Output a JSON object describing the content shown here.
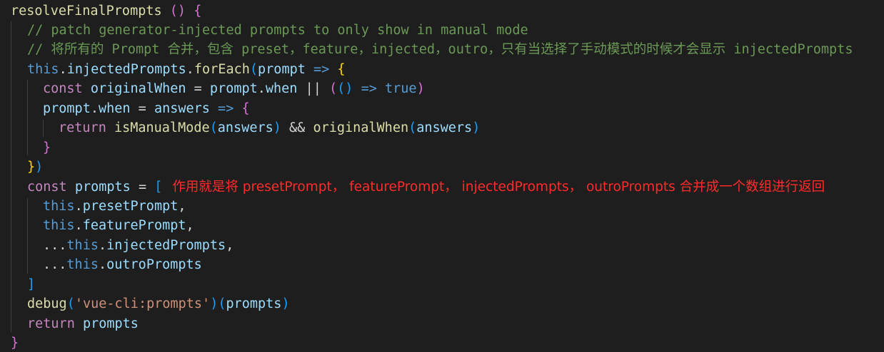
{
  "editor": {
    "theme_background": "#1e1e1e",
    "lines": {
      "l1": {
        "fn": "resolveFinalPrompts",
        "sp": " ",
        "paren": "()",
        "sp2": " ",
        "brace": "{"
      },
      "l2": {
        "comment": "// patch generator-injected prompts to only show in manual mode"
      },
      "l3": {
        "comment": "// 将所有的 Prompt 合并，包含 preset，feature，injected，outro，只有当选择了手动模式的时候才会显示 injectedPrompts"
      },
      "l4": {
        "this": "this",
        "dot": ".",
        "prop": "injectedPrompts",
        "dot2": ".",
        "method": "forEach",
        "open": "(",
        "param": "prompt",
        "arrow": " => ",
        "brace": "{"
      },
      "l5": {
        "kw": "const",
        "var": " originalWhen",
        "eq": " = ",
        "obj": "prompt",
        "dot": ".",
        "prop": "when",
        "or": " || ",
        "p1": "(",
        "p2": "()",
        "arrow": " => ",
        "val": "true",
        "p3": ")"
      },
      "l6": {
        "obj": "prompt",
        "dot": ".",
        "prop": "when",
        "eq": " = ",
        "param": "answers",
        "arrow": " => ",
        "brace": "{"
      },
      "l7": {
        "kw": "return",
        "sp": " ",
        "fn": "isManualMode",
        "p1": "(",
        "arg": "answers",
        "p2": ")",
        "and": " && ",
        "fn2": "originalWhen",
        "p3": "(",
        "arg2": "answers",
        "p4": ")"
      },
      "l8": {
        "brace": "}"
      },
      "l9": {
        "brace": "}",
        "paren": ")"
      },
      "l10": {
        "kw": "const",
        "var": " prompts",
        "eq": " = ",
        "bracket": "["
      },
      "l11": {
        "this": "this",
        "dot": ".",
        "prop": "presetPrompt",
        "comma": ","
      },
      "l12": {
        "this": "this",
        "dot": ".",
        "prop": "featurePrompt",
        "comma": ","
      },
      "l13": {
        "spread": "...",
        "this": "this",
        "dot": ".",
        "prop": "injectedPrompts",
        "comma": ","
      },
      "l14": {
        "spread": "...",
        "this": "this",
        "dot": ".",
        "prop": "outroPrompts"
      },
      "l15": {
        "bracket": "]"
      },
      "l16": {
        "fn": "debug",
        "p1": "(",
        "str": "'vue-cli:prompts'",
        "p2": ")",
        "p3": "(",
        "arg": "prompts",
        "p4": ")"
      },
      "l17": {
        "kw": "return",
        "var": " prompts"
      },
      "l18": {
        "brace": "}"
      }
    },
    "annotation": "作用就是将 presetPrompt， featurePrompt， injectedPrompts， outroPrompts 合并成一个数组进行返回"
  }
}
